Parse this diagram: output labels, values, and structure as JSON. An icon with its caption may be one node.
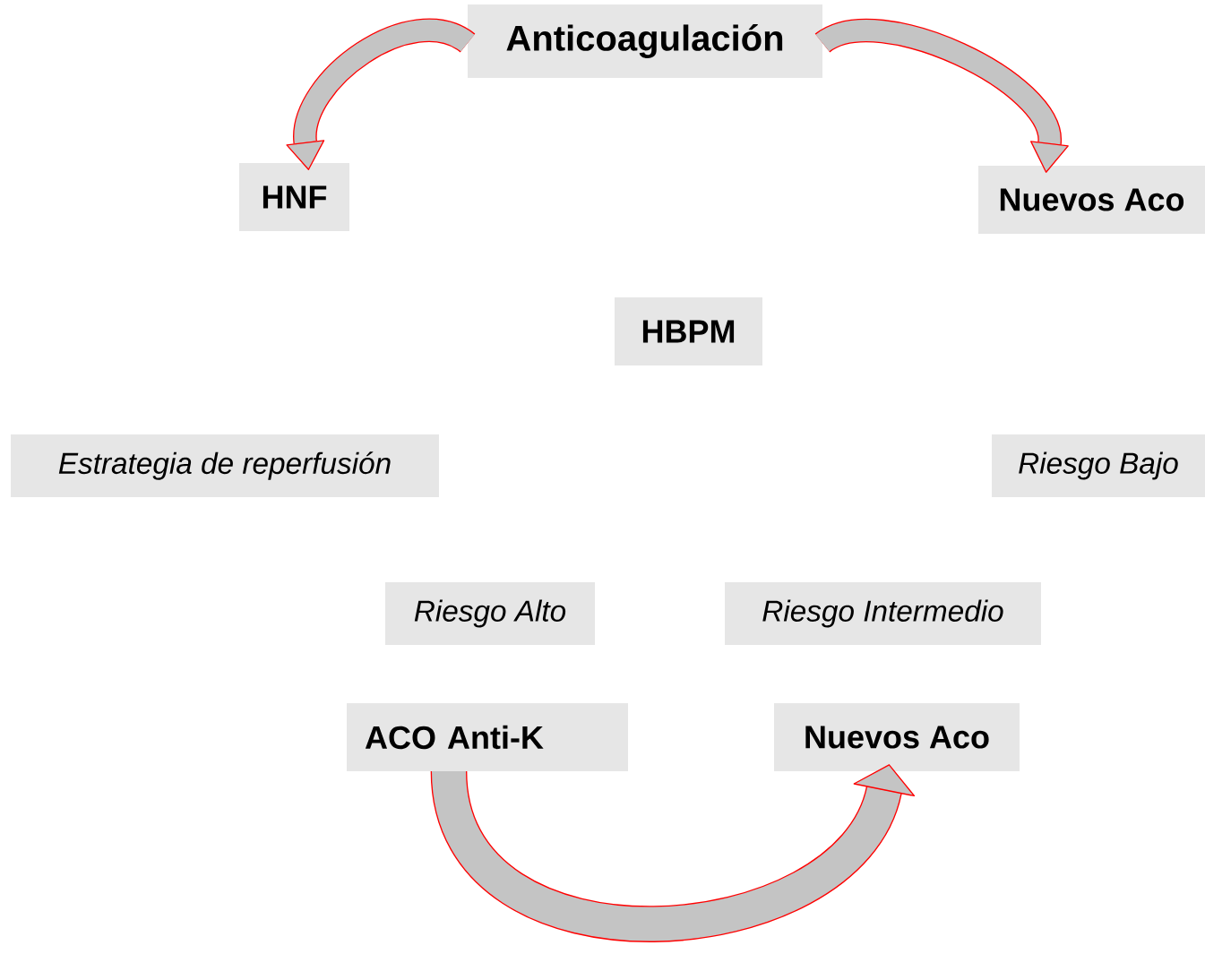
{
  "diagram": {
    "nodes": [
      {
        "text": [
          "Anticoagulación"
        ]
      },
      {
        "text": [
          "HNF"
        ]
      },
      {
        "text": [
          "Nuevos Aco"
        ]
      },
      {
        "text": [
          "HBPM"
        ]
      },
      {
        "text": [
          "Estrategia de reperfusión"
        ]
      },
      {
        "text": [
          "Riesgo Bajo"
        ]
      },
      {
        "text": [
          "Riesgo Alto"
        ]
      },
      {
        "text": [
          "Riesgo Intermedio"
        ]
      },
      {
        "text": [
          "ACO Anti-K"
        ]
      },
      {
        "text": [
          "Nuevos Aco"
        ]
      }
    ],
    "edges": [
      {
        "from": 0,
        "to": 1,
        "arrow": "to"
      },
      {
        "from": 0,
        "to": 2,
        "arrow": "to"
      },
      {
        "from": 8,
        "to": 9,
        "arrow": "to"
      }
    ]
  }
}
